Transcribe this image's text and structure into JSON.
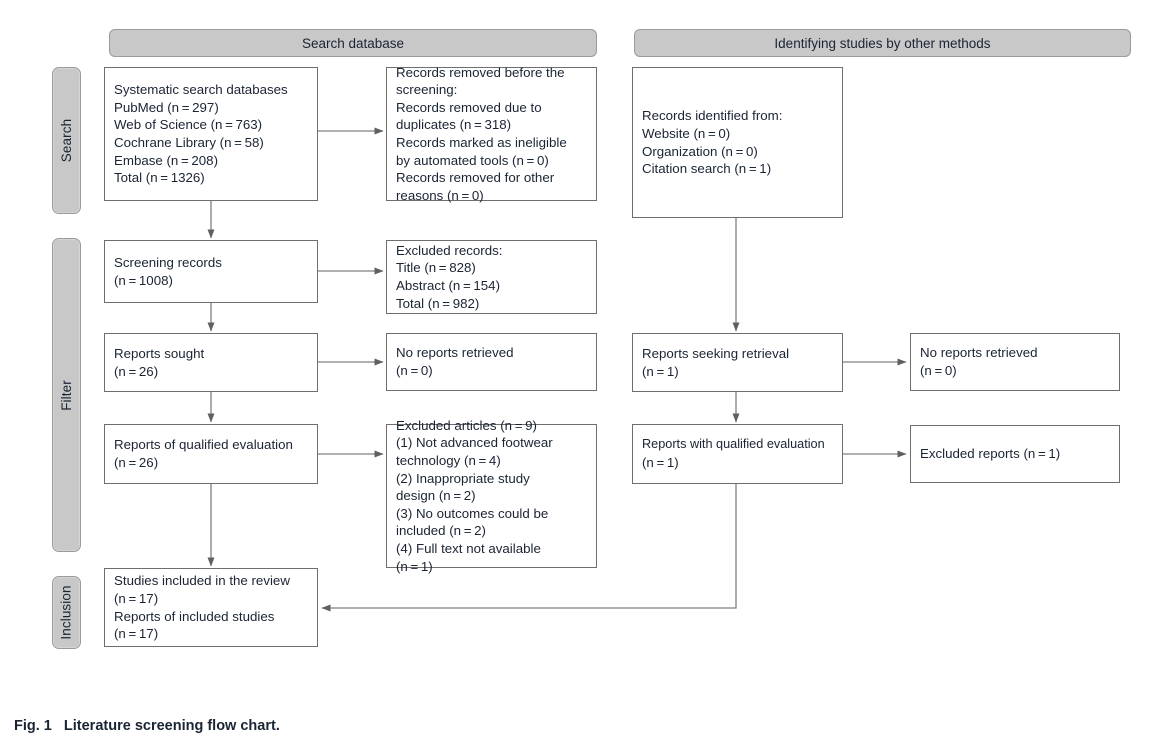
{
  "figure": {
    "caption_label": "Fig. 1",
    "caption_text": "Literature screening flow chart.",
    "colors": {
      "pill_fill": "#c8c8c8",
      "pill_border": "#9a9a9a",
      "box_border": "#6e6e6e",
      "text": "#1a2433",
      "connector": "#808080",
      "background": "#ffffff"
    }
  },
  "stages": [
    {
      "label": "Search"
    },
    {
      "label": "Filter"
    },
    {
      "label": "Inclusion"
    }
  ],
  "columns": [
    {
      "header": "Search database"
    },
    {
      "header": "Identifying studies by other methods"
    }
  ],
  "boxes": {
    "identification_sources": {
      "lines": [
        "Systematic search databases",
        "PubMed (n = 297)",
        "Web of Science (n = 763)",
        "Cochrane Library (n = 58)",
        "Embase (n = 208)",
        "Total (n = 1326)"
      ]
    },
    "records_removed": {
      "lines": [
        "Records removed before the",
        "screening:",
        "Records removed due to",
        "duplicates (n = 318)",
        "Records marked as ineligible",
        "by automated tools (n = 0)",
        "Records removed for other",
        "reasons (n = 0)"
      ]
    },
    "other_methods_sources": {
      "lines": [
        "Records identified from:",
        "Website (n = 0)",
        "Organization (n = 0)",
        "Citation search (n = 1)"
      ]
    },
    "screening_records": {
      "lines": [
        "Screening records",
        "(n = 1008)"
      ]
    },
    "excluded_records": {
      "lines": [
        "Excluded records:",
        "Title (n = 828)",
        "Abstract (n = 154)",
        "Total (n = 982)"
      ]
    },
    "reports_sought": {
      "lines": [
        "Reports sought",
        "(n = 26)"
      ]
    },
    "no_reports_retrieved_left": {
      "lines": [
        "No reports retrieved",
        "(n = 0)"
      ]
    },
    "reports_seeking_retrieval": {
      "lines": [
        "Reports seeking retrieval",
        "(n = 1)"
      ]
    },
    "no_reports_retrieved_right": {
      "lines": [
        "No reports retrieved",
        "(n = 0)"
      ]
    },
    "reports_qualified_evaluation": {
      "lines": [
        "Reports of qualified evaluation",
        "(n = 26)"
      ]
    },
    "excluded_articles": {
      "lines": [
        "Excluded articles (n = 9)",
        "(1) Not advanced footwear",
        "technology (n = 4)",
        "(2) Inappropriate study",
        "design (n = 2)",
        "(3) No outcomes could be",
        "included (n = 2)",
        "(4) Full text not available",
        "(n = 1)"
      ]
    },
    "reports_with_qualified_evaluation": {
      "lines": [
        "Reports with qualified evaluation",
        "(n = 1)"
      ]
    },
    "excluded_reports": {
      "lines": [
        "Excluded reports (n = 1)"
      ]
    },
    "studies_included": {
      "lines": [
        "Studies included in the review",
        "(n = 17)",
        "Reports of included studies",
        "(n = 17)"
      ]
    }
  },
  "chart_data": {
    "type": "diagram",
    "title": "Literature screening flow chart",
    "diagram_kind": "PRISMA flow diagram",
    "stages": [
      "Search",
      "Filter",
      "Inclusion"
    ],
    "columns": [
      "Search database",
      "Identifying studies by other methods"
    ],
    "nodes": [
      {
        "id": "identification_sources",
        "column": "Search database",
        "stage": "Search",
        "counts": {
          "PubMed": 297,
          "Web of Science": 763,
          "Cochrane Library": 58,
          "Embase": 208,
          "Total": 1326
        }
      },
      {
        "id": "records_removed",
        "column": "Search database",
        "stage": "Search",
        "counts": {
          "duplicates": 318,
          "marked ineligible by automated tools": 0,
          "removed for other reasons": 0
        }
      },
      {
        "id": "other_methods_sources",
        "column": "Identifying studies by other methods",
        "stage": "Search",
        "counts": {
          "Website": 0,
          "Organization": 0,
          "Citation search": 1
        }
      },
      {
        "id": "screening_records",
        "column": "Search database",
        "stage": "Filter",
        "counts": {
          "n": 1008
        }
      },
      {
        "id": "excluded_records",
        "column": "Search database",
        "stage": "Filter",
        "counts": {
          "Title": 828,
          "Abstract": 154,
          "Total": 982
        }
      },
      {
        "id": "reports_sought",
        "column": "Search database",
        "stage": "Filter",
        "counts": {
          "n": 26
        }
      },
      {
        "id": "no_reports_retrieved_left",
        "column": "Search database",
        "stage": "Filter",
        "counts": {
          "n": 0
        }
      },
      {
        "id": "reports_qualified_evaluation",
        "column": "Search database",
        "stage": "Filter",
        "counts": {
          "n": 26
        }
      },
      {
        "id": "excluded_articles",
        "column": "Search database",
        "stage": "Filter",
        "counts": {
          "total": 9,
          "Not advanced footwear technology": 4,
          "Inappropriate study design": 2,
          "No outcomes could be included": 2,
          "Full text not available": 1
        }
      },
      {
        "id": "reports_seeking_retrieval",
        "column": "Identifying studies by other methods",
        "stage": "Filter",
        "counts": {
          "n": 1
        }
      },
      {
        "id": "no_reports_retrieved_right",
        "column": "Identifying studies by other methods",
        "stage": "Filter",
        "counts": {
          "n": 0
        }
      },
      {
        "id": "reports_with_qualified_evaluation",
        "column": "Identifying studies by other methods",
        "stage": "Filter",
        "counts": {
          "n": 1
        }
      },
      {
        "id": "excluded_reports",
        "column": "Identifying studies by other methods",
        "stage": "Filter",
        "counts": {
          "n": 1
        }
      },
      {
        "id": "studies_included",
        "column": "Search database",
        "stage": "Inclusion",
        "counts": {
          "studies included in review": 17,
          "reports of included studies": 17
        }
      }
    ],
    "edges": [
      {
        "from": "identification_sources",
        "to": "records_removed"
      },
      {
        "from": "identification_sources",
        "to": "screening_records"
      },
      {
        "from": "screening_records",
        "to": "excluded_records"
      },
      {
        "from": "screening_records",
        "to": "reports_sought"
      },
      {
        "from": "reports_sought",
        "to": "no_reports_retrieved_left"
      },
      {
        "from": "reports_sought",
        "to": "reports_qualified_evaluation"
      },
      {
        "from": "reports_qualified_evaluation",
        "to": "excluded_articles"
      },
      {
        "from": "reports_qualified_evaluation",
        "to": "studies_included"
      },
      {
        "from": "other_methods_sources",
        "to": "reports_seeking_retrieval"
      },
      {
        "from": "reports_seeking_retrieval",
        "to": "no_reports_retrieved_right"
      },
      {
        "from": "reports_seeking_retrieval",
        "to": "reports_with_qualified_evaluation"
      },
      {
        "from": "reports_with_qualified_evaluation",
        "to": "excluded_reports"
      },
      {
        "from": "reports_with_qualified_evaluation",
        "to": "studies_included"
      }
    ]
  }
}
